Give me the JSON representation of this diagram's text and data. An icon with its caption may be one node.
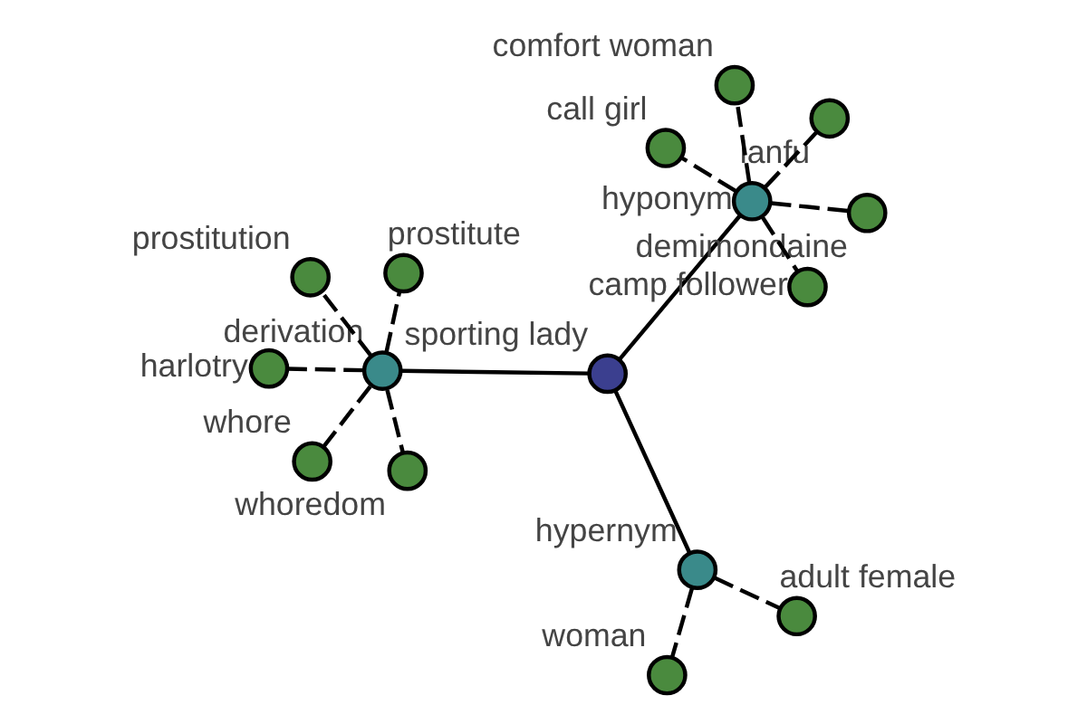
{
  "diagram": {
    "nodes": [
      {
        "text": [
          "sporting lady"
        ]
      },
      {
        "text": [
          "derivation"
        ]
      },
      {
        "text": [
          "whoredom"
        ]
      },
      {
        "text": [
          "prostitution"
        ]
      },
      {
        "text": [
          "prostitute"
        ]
      },
      {
        "text": [
          "harlotry"
        ]
      },
      {
        "text": [
          "whore"
        ]
      },
      {
        "text": [
          "hypernym"
        ]
      },
      {
        "text": [
          "woman"
        ]
      },
      {
        "text": [
          "adult female"
        ]
      },
      {
        "text": [
          "hyponym"
        ]
      },
      {
        "text": [
          "call girl"
        ]
      },
      {
        "text": [
          "demimondaine"
        ]
      },
      {
        "text": [
          "ianfu"
        ]
      },
      {
        "text": [
          "comfort woman"
        ]
      },
      {
        "text": [
          "camp follower"
        ]
      }
    ],
    "edges": [
      {
        "from": 0,
        "to": 1,
        "arrow": "none"
      },
      {
        "from": 0,
        "to": 7,
        "arrow": "none"
      },
      {
        "from": 0,
        "to": 10,
        "arrow": "none"
      },
      {
        "from": 1,
        "to": 2,
        "arrow": "none",
        "style": "dashed"
      },
      {
        "from": 1,
        "to": 3,
        "arrow": "none",
        "style": "dashed"
      },
      {
        "from": 1,
        "to": 4,
        "arrow": "none",
        "style": "dashed"
      },
      {
        "from": 1,
        "to": 5,
        "arrow": "none",
        "style": "dashed"
      },
      {
        "from": 1,
        "to": 6,
        "arrow": "none",
        "style": "dashed"
      },
      {
        "from": 7,
        "to": 8,
        "arrow": "none",
        "style": "dashed"
      },
      {
        "from": 7,
        "to": 9,
        "arrow": "none",
        "style": "dashed"
      },
      {
        "from": 10,
        "to": 11,
        "arrow": "none",
        "style": "dashed"
      },
      {
        "from": 10,
        "to": 12,
        "arrow": "none",
        "style": "dashed"
      },
      {
        "from": 10,
        "to": 13,
        "arrow": "none",
        "style": "dashed"
      },
      {
        "from": 10,
        "to": 14,
        "arrow": "none",
        "style": "dashed"
      },
      {
        "from": 10,
        "to": 15,
        "arrow": "none",
        "style": "dashed"
      }
    ]
  }
}
